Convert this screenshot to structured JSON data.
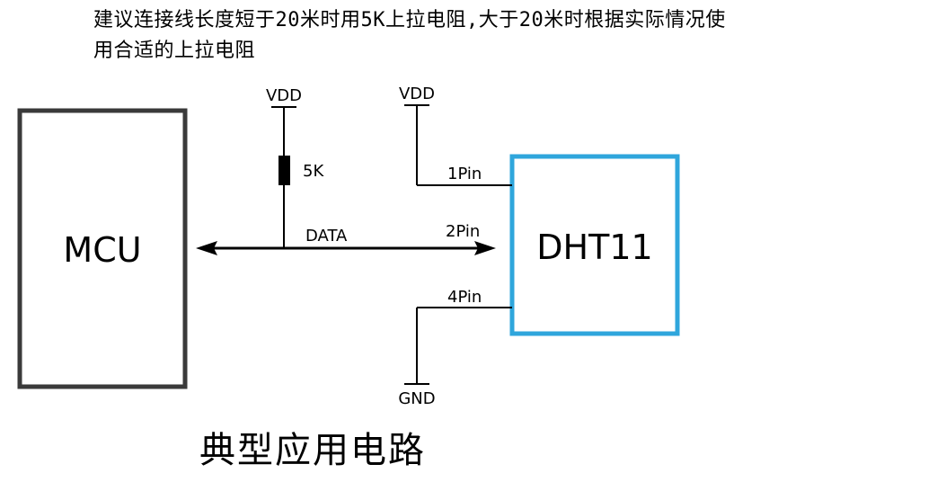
{
  "note": {
    "line1": "建议连接线长度短于20米时用5K上拉电阻,大于20米时根据实际情况使",
    "line2": "用合适的上拉电阻"
  },
  "diagram": {
    "mcu_label": "MCU",
    "sensor_label": "DHT11",
    "vdd_left": "VDD",
    "vdd_right": "VDD",
    "resistor_value": "5K",
    "data_label": "DATA",
    "pin1_label": "1Pin",
    "pin2_label": "2Pin",
    "pin4_label": "4Pin",
    "gnd_label": "GND",
    "colors": {
      "mcu_border": "#3a3a3a",
      "sensor_border": "#2fa6dc",
      "wire": "#000000"
    }
  },
  "caption": "典型应用电路"
}
